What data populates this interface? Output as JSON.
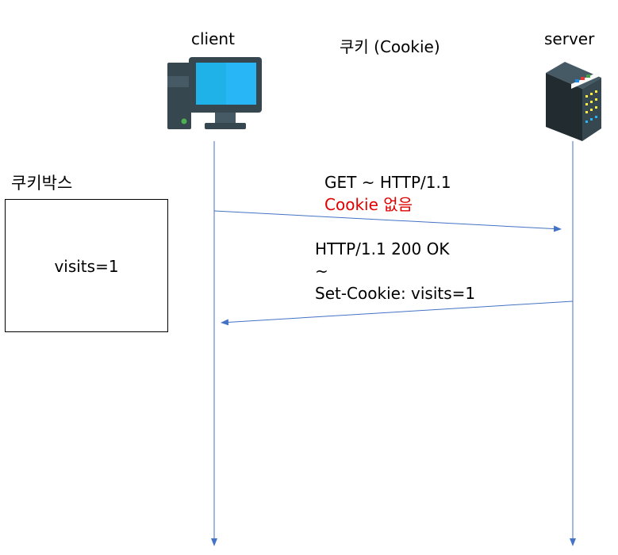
{
  "title": "쿠키 (Cookie)",
  "actors": {
    "client": {
      "label": "client",
      "icon": "desktop-computer-icon"
    },
    "server": {
      "label": "server",
      "icon": "server-rack-icon"
    }
  },
  "cookie_box": {
    "title": "쿠키박스",
    "entry": "visits=1"
  },
  "messages": {
    "request": {
      "line1": "GET ~ HTTP/1.1",
      "line2": "Cookie 없음",
      "line2_color": "#e00000"
    },
    "response": {
      "line1": "HTTP/1.1 200 OK",
      "line2": "~",
      "line3": "Set-Cookie: visits=1"
    }
  },
  "colors": {
    "arrow": "#4472c4",
    "monitor_screen": "#1fb2e8",
    "pc_body": "#37474f",
    "server_body": "#263238"
  }
}
